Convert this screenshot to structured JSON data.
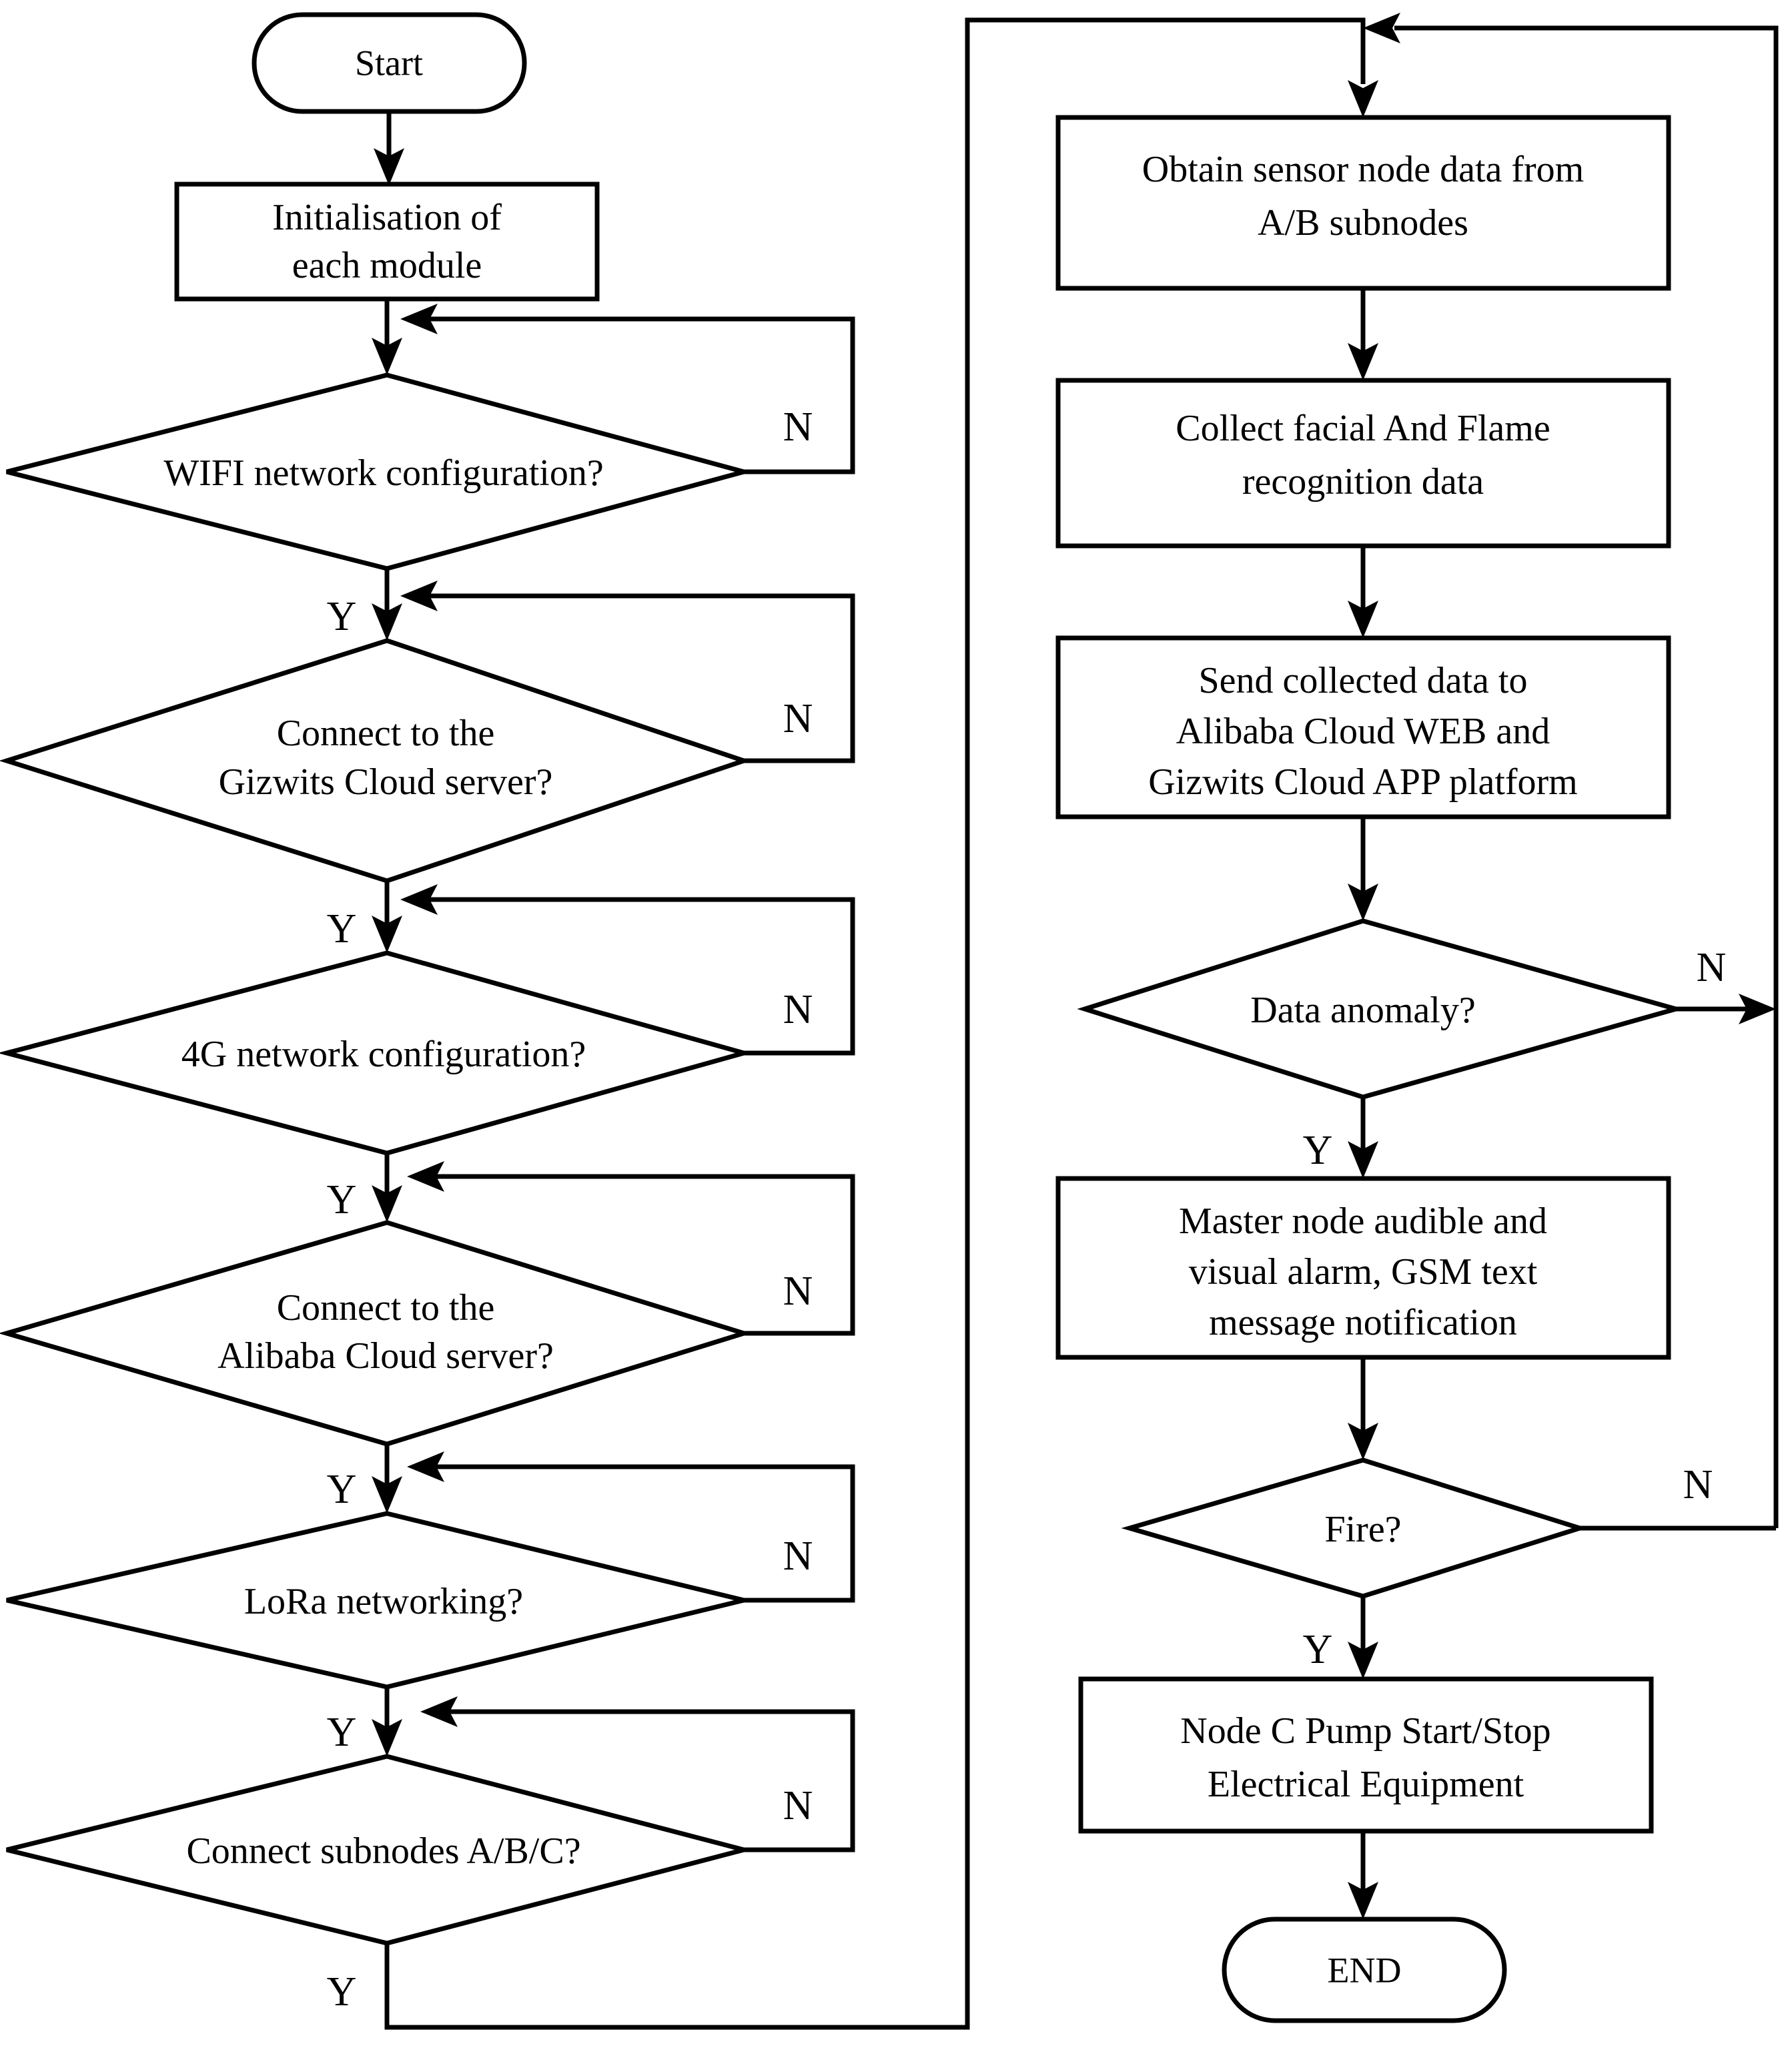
{
  "diagram": {
    "type": "flowchart",
    "title": "System master-node workflow flowchart",
    "orientation": "two-column, left column = network/connection setup, right column = data acquisition and alarm loop",
    "colors": {
      "background": "#ffffff",
      "stroke": "#000000",
      "fill": "#ffffff"
    },
    "branch_labels": {
      "yes": "Y",
      "no": "N"
    },
    "nodes": [
      {
        "id": "start",
        "shape": "terminator",
        "lines": [
          "Start"
        ],
        "column": "left"
      },
      {
        "id": "init",
        "shape": "process",
        "lines": [
          "Initialisation of",
          "each module"
        ],
        "column": "left"
      },
      {
        "id": "wifi",
        "shape": "decision",
        "lines": [
          "WIFI network configuration?"
        ],
        "column": "left",
        "yes_label": "Y",
        "no_label": "N"
      },
      {
        "id": "gizwits",
        "shape": "decision",
        "lines": [
          "Connect to the",
          "Gizwits Cloud server?"
        ],
        "column": "left",
        "yes_label": "Y",
        "no_label": "N"
      },
      {
        "id": "fourg",
        "shape": "decision",
        "lines": [
          "4G network configuration?"
        ],
        "column": "left",
        "yes_label": "Y",
        "no_label": "N"
      },
      {
        "id": "alibaba",
        "shape": "decision",
        "lines": [
          "Connect to the",
          "Alibaba Cloud server?"
        ],
        "column": "left",
        "yes_label": "Y",
        "no_label": "N"
      },
      {
        "id": "lora",
        "shape": "decision",
        "lines": [
          "LoRa networking?"
        ],
        "column": "left",
        "yes_label": "Y",
        "no_label": "N"
      },
      {
        "id": "subnodes",
        "shape": "decision",
        "lines": [
          "Connect subnodes A/B/C?"
        ],
        "column": "left",
        "yes_label": "Y",
        "no_label": "N"
      },
      {
        "id": "obtain",
        "shape": "process",
        "lines": [
          "Obtain sensor node data from",
          "A/B subnodes"
        ],
        "column": "right"
      },
      {
        "id": "collect",
        "shape": "process",
        "lines": [
          "Collect facial And Flame",
          "recognition data"
        ],
        "column": "right"
      },
      {
        "id": "send",
        "shape": "process",
        "lines": [
          "Send collected data to",
          "Alibaba Cloud WEB and",
          "Gizwits Cloud APP platform"
        ],
        "column": "right"
      },
      {
        "id": "anomaly",
        "shape": "decision",
        "lines": [
          "Data anomaly?"
        ],
        "column": "right",
        "yes_label": "Y",
        "no_label": "N"
      },
      {
        "id": "alarm",
        "shape": "process",
        "lines": [
          "Master node audible and",
          "visual alarm, GSM text",
          "message notification"
        ],
        "column": "right"
      },
      {
        "id": "fire",
        "shape": "decision",
        "lines": [
          "Fire?"
        ],
        "column": "right",
        "yes_label": "Y",
        "no_label": "N"
      },
      {
        "id": "pump",
        "shape": "process",
        "lines": [
          "Node C Pump Start/Stop",
          "Electrical Equipment"
        ],
        "column": "right"
      },
      {
        "id": "end",
        "shape": "terminator",
        "lines": [
          "END"
        ],
        "column": "right"
      }
    ],
    "edges": [
      {
        "from": "start",
        "to": "init",
        "label": ""
      },
      {
        "from": "init",
        "to": "wifi",
        "label": ""
      },
      {
        "from": "wifi",
        "to": "gizwits",
        "label": "Y"
      },
      {
        "from": "wifi",
        "to": "wifi",
        "label": "N"
      },
      {
        "from": "gizwits",
        "to": "fourg",
        "label": "Y"
      },
      {
        "from": "gizwits",
        "to": "gizwits",
        "label": "N"
      },
      {
        "from": "fourg",
        "to": "alibaba",
        "label": "Y"
      },
      {
        "from": "fourg",
        "to": "fourg",
        "label": "N"
      },
      {
        "from": "alibaba",
        "to": "lora",
        "label": "Y"
      },
      {
        "from": "alibaba",
        "to": "alibaba",
        "label": "N"
      },
      {
        "from": "lora",
        "to": "subnodes",
        "label": "Y"
      },
      {
        "from": "lora",
        "to": "lora",
        "label": "N"
      },
      {
        "from": "subnodes",
        "to": "obtain",
        "label": "Y"
      },
      {
        "from": "subnodes",
        "to": "subnodes",
        "label": "N"
      },
      {
        "from": "obtain",
        "to": "collect",
        "label": ""
      },
      {
        "from": "collect",
        "to": "send",
        "label": ""
      },
      {
        "from": "send",
        "to": "anomaly",
        "label": ""
      },
      {
        "from": "anomaly",
        "to": "obtain",
        "label": "N"
      },
      {
        "from": "anomaly",
        "to": "alarm",
        "label": "Y"
      },
      {
        "from": "alarm",
        "to": "fire",
        "label": ""
      },
      {
        "from": "fire",
        "to": "obtain",
        "label": "N"
      },
      {
        "from": "fire",
        "to": "pump",
        "label": "Y"
      },
      {
        "from": "pump",
        "to": "end",
        "label": ""
      }
    ]
  },
  "labels": {
    "start": "Start",
    "init_l1": "Initialisation of",
    "init_l2": "each module",
    "wifi": "WIFI network configuration?",
    "gizwits_l1": "Connect to the",
    "gizwits_l2": "Gizwits Cloud server?",
    "fourg": "4G network configuration?",
    "alibaba_l1": "Connect to the",
    "alibaba_l2": "Alibaba Cloud server?",
    "lora": "LoRa networking?",
    "subnodes": "Connect subnodes A/B/C?",
    "obtain_l1": "Obtain sensor node data from",
    "obtain_l2": "A/B subnodes",
    "collect_l1": "Collect facial And Flame",
    "collect_l2": "recognition data",
    "send_l1": "Send collected data to",
    "send_l2": "Alibaba Cloud WEB and",
    "send_l3": "Gizwits Cloud APP platform",
    "anomaly": "Data anomaly?",
    "alarm_l1": "Master node audible and",
    "alarm_l2": "visual alarm, GSM text",
    "alarm_l3": "message notification",
    "fire": "Fire?",
    "pump_l1": "Node C Pump Start/Stop",
    "pump_l2": "Electrical Equipment",
    "end": "END",
    "y": "Y",
    "n": "N"
  }
}
